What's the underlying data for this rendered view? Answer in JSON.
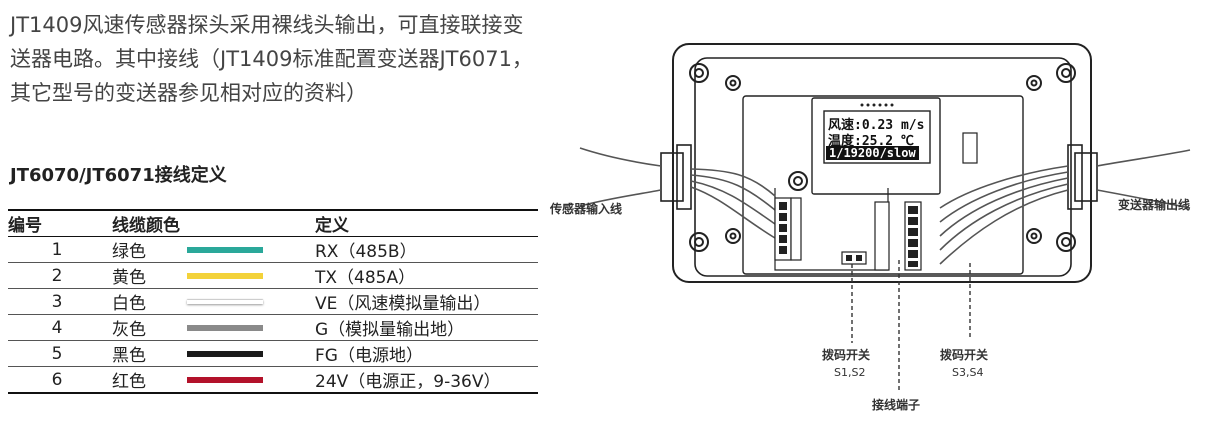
{
  "intro": {
    "lines": [
      "JT1409风速传感器探头采用裸线头输出，可直接联接变",
      "送器电路。其中接线（JT1409标准配置变送器JT6071，",
      "其它型号的变送器参见相对应的资料）"
    ]
  },
  "section_title": "JT6070/JT6071接线定义",
  "table": {
    "headers": {
      "no": "编号",
      "color": "线缆颜色",
      "definition": "定义"
    },
    "rows": [
      {
        "no": "1",
        "color": "绿色",
        "swatch": "#2aa89a",
        "definition": "RX（485B）"
      },
      {
        "no": "2",
        "color": "黄色",
        "swatch": "#f3d23a",
        "definition": "TX（485A）"
      },
      {
        "no": "3",
        "color": "白色",
        "swatch": "#ffffff",
        "definition": "VE（风速模拟量输出）"
      },
      {
        "no": "4",
        "color": "灰色",
        "swatch": "#8a8a8a",
        "definition": "G（模拟量输出地）"
      },
      {
        "no": "5",
        "color": "黑色",
        "swatch": "#1a1a1a",
        "definition": "FG（电源地）"
      },
      {
        "no": "6",
        "color": "红色",
        "swatch": "#b3122a",
        "definition": "24V（电源正，9-36V）"
      }
    ]
  },
  "diagram": {
    "sensor_input_label": "传感器输入线",
    "transmitter_output_label": "变送器输出线",
    "dip_switch_s1s2": {
      "title": "拨码开关",
      "sub": "S1,S2"
    },
    "dip_switch_s3s4": {
      "title": "拨码开关",
      "sub": "S3,S4"
    },
    "terminal_label": "接线端子",
    "lcd": {
      "line1": "风速:0.23 m/s",
      "line2": "温度:25.2 ℃",
      "line3": "1/19200/slow"
    }
  }
}
